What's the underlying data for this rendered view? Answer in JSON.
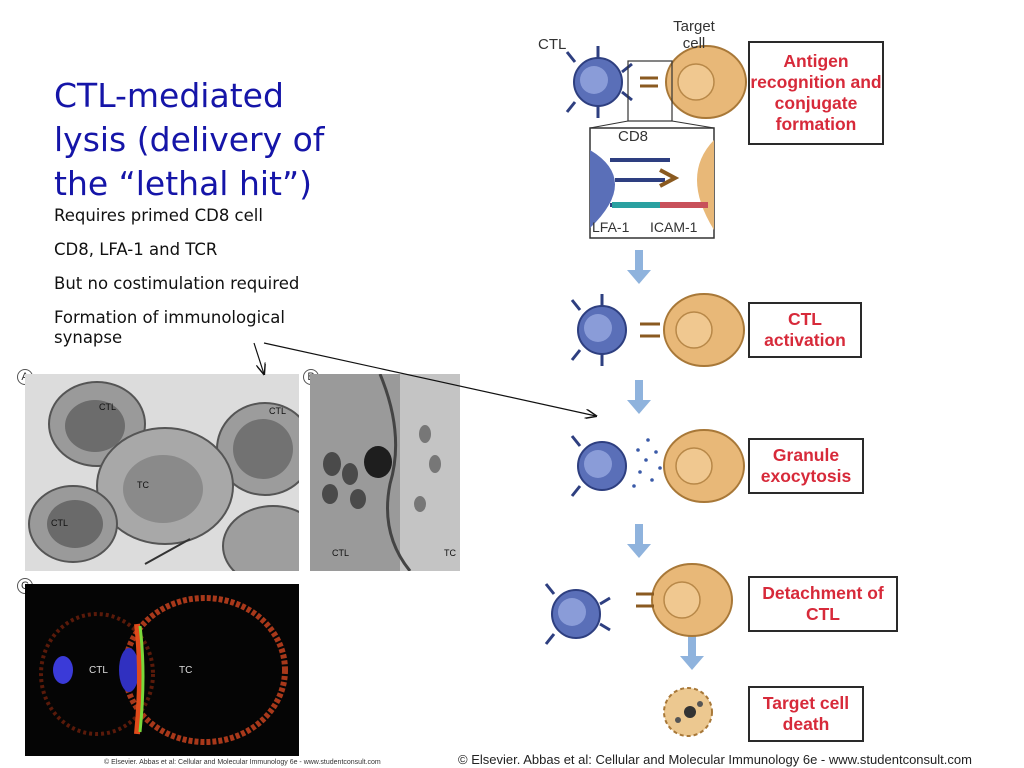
{
  "title": "CTL-mediated lysis (delivery of the “lethal hit”)",
  "bullets": [
    "Requires primed CD8 cell",
    "CD8, LFA-1 and TCR",
    "But no costimulation required",
    "Formation of immunological synapse"
  ],
  "panels": {
    "a_letter": "A",
    "b_letter": "B",
    "c_letter": "C",
    "a_labels": [
      "CTL",
      "CTL",
      "TC",
      "CTL"
    ],
    "b_labels": [
      "CTL",
      "TC"
    ],
    "c_labels": [
      "CTL",
      "TC"
    ]
  },
  "diagram": {
    "ctl_label": "CTL",
    "target_label": "Target cell",
    "cd8_label": "CD8",
    "lfa1_label": "LFA-1",
    "icam1_label": "ICAM-1",
    "steps": [
      "Antigen recognition and conjugate formation",
      "CTL activation",
      "Granule exocytosis",
      "Detachment of CTL",
      "Target cell death"
    ],
    "step_color": "#d72a3a",
    "arrow_color": "#8fb3dd",
    "ctl_color": "#5a6fb8",
    "target_color": "#e8b878"
  },
  "credits": {
    "small": "© Elsevier. Abbas et al: Cellular and Molecular Immunology 6e - www.studentconsult.com",
    "large": "© Elsevier. Abbas et al: Cellular and Molecular Immunology 6e - www.studentconsult.com"
  }
}
